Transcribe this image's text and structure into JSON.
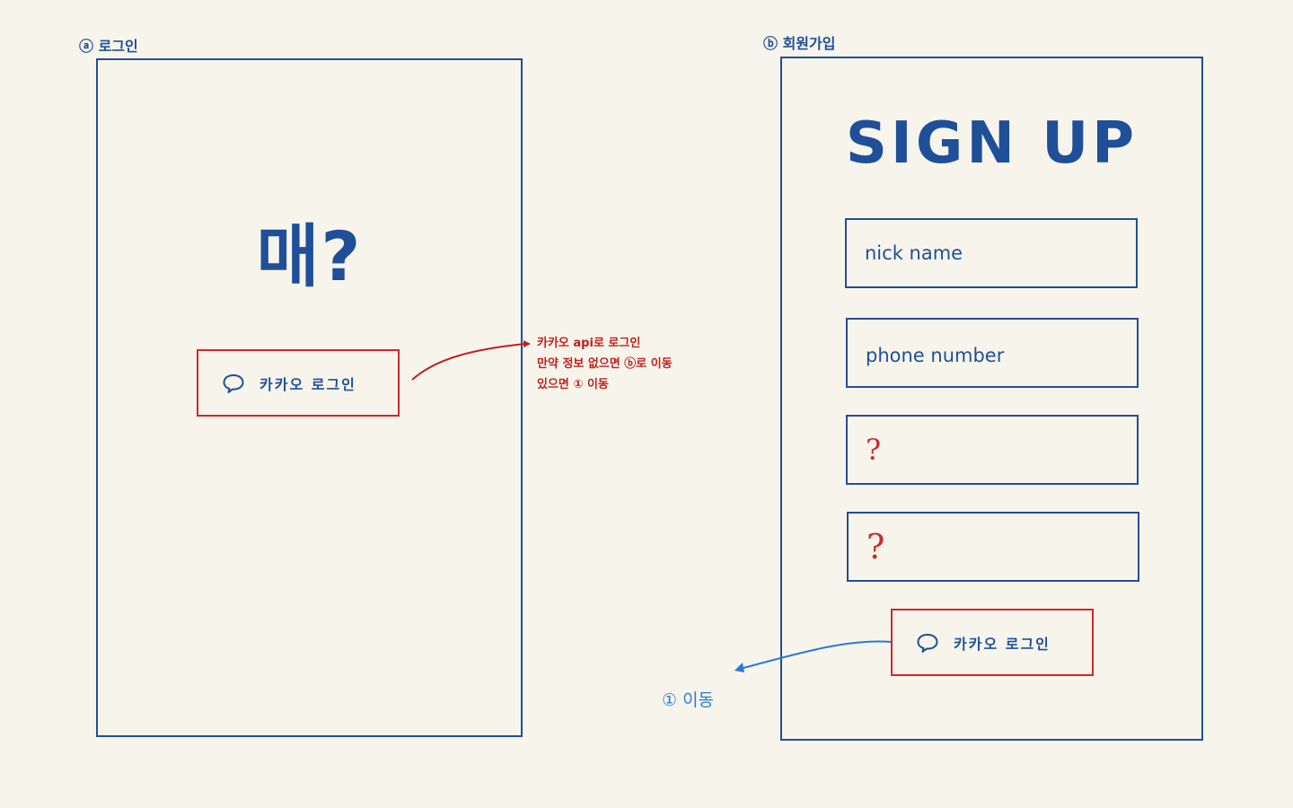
{
  "login_screen": {
    "section_label": "ⓐ 로그인",
    "title": "매?",
    "kakao_button_label": "카카오 로그인"
  },
  "signup_screen": {
    "section_label": "ⓑ 회원가입",
    "title": "SIGN UP",
    "fields": [
      {
        "placeholder": "nick name"
      },
      {
        "placeholder": "phone number"
      },
      {
        "placeholder": "?"
      },
      {
        "placeholder": "?"
      }
    ],
    "kakao_button_label": "카카오 로그인"
  },
  "annotations": {
    "login_note": [
      "카카오 api로 로그인",
      "만약 정보 없으면 ⓑ로 이동",
      "있으면 ① 이동"
    ],
    "signup_note": "① 이동"
  },
  "colors": {
    "frame": "#234e97",
    "text": "#1f4f98",
    "button_border": "#d32729",
    "red_note": "#c0201f",
    "blue_note": "#2a7bd4",
    "background": "#f7f5eb"
  }
}
